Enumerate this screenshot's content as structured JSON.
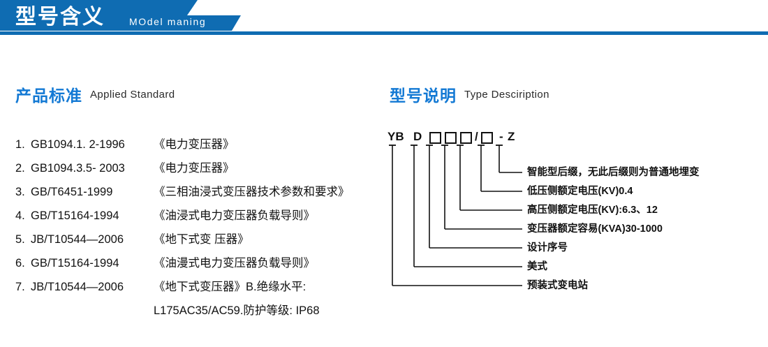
{
  "banner": {
    "title": "型号含义",
    "subtitle": "MOdel maning",
    "color": "#0f6cb2",
    "rule_color": "#0f6cb2"
  },
  "headings": {
    "left": {
      "cn": "产品标准",
      "en": "Applied Standard"
    },
    "right": {
      "cn": "型号说明",
      "en": "Type Desciription"
    },
    "accent_color": "#1379d4"
  },
  "standards": {
    "items": [
      {
        "num": "1.",
        "code": "GB1094.1. 2-1996",
        "name": "《电力变压器》"
      },
      {
        "num": "2.",
        "code": "GB1094.3.5- 2003",
        "name": "《电力变压器》"
      },
      {
        "num": "3.",
        "code": "GB/T6451-1999",
        "name": "《三相油浸式变压器技术参数和要求》"
      },
      {
        "num": "4.",
        "code": "GB/T15164-1994",
        "name": "《油浸式电力变压器负载导则》"
      },
      {
        "num": "5.",
        "code": "JB/T10544—2006",
        "name": "《地下式变 压器》"
      },
      {
        "num": "6.",
        "code": "GB/T15164-1994",
        "name": "《油漫式电力变压器负载导则》"
      },
      {
        "num": "7.",
        "code": "JB/T10544—2006",
        "name": "《地下式变压器》B.绝缘水平:"
      }
    ],
    "continuation": "L175AC35/AC59.防护等级: IP68"
  },
  "type_diagram": {
    "code_tokens": [
      {
        "text": "YB",
        "type": "text"
      },
      {
        "text": "D",
        "type": "text"
      },
      {
        "text": "□",
        "type": "box"
      },
      {
        "text": "□",
        "type": "box"
      },
      {
        "text": "□",
        "type": "box"
      },
      {
        "text": "/",
        "type": "text"
      },
      {
        "text": "□",
        "type": "box"
      },
      {
        "text": "-",
        "type": "text"
      },
      {
        "text": "Z",
        "type": "text"
      }
    ],
    "callouts": [
      {
        "label": "智能型后缀，无此后缀则为普通地埋变"
      },
      {
        "label": "低压侧额定电压(KV)0.4"
      },
      {
        "label": "高压侧额定电压(KV):6.3、12"
      },
      {
        "label": "变压器额定容易(KVA)30-1000"
      },
      {
        "label": "设计序号"
      },
      {
        "label": "美式"
      },
      {
        "label": "预装式变电站"
      }
    ],
    "line_color": "#111111"
  }
}
